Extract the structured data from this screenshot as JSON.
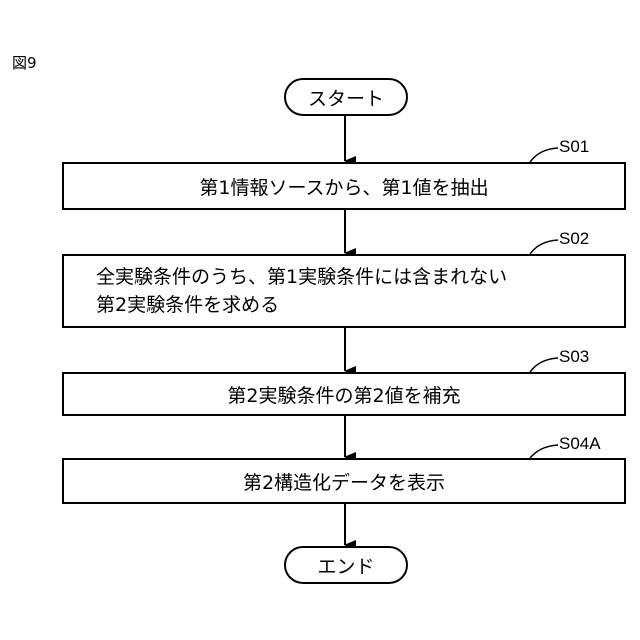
{
  "figure_label": "図9",
  "start": {
    "label": "スタート"
  },
  "end": {
    "label": "エンド"
  },
  "steps": [
    {
      "code": "S01",
      "lines": [
        "第1情報ソースから、第1値を抽出"
      ]
    },
    {
      "code": "S02",
      "lines": [
        "全実験条件のうち、第1実験条件には含まれない",
        "第2実験条件を求める"
      ]
    },
    {
      "code": "S03",
      "lines": [
        "第2実験条件の第2値を補充"
      ]
    },
    {
      "code": "S04A",
      "lines": [
        "第2構造化データを表示"
      ]
    }
  ]
}
